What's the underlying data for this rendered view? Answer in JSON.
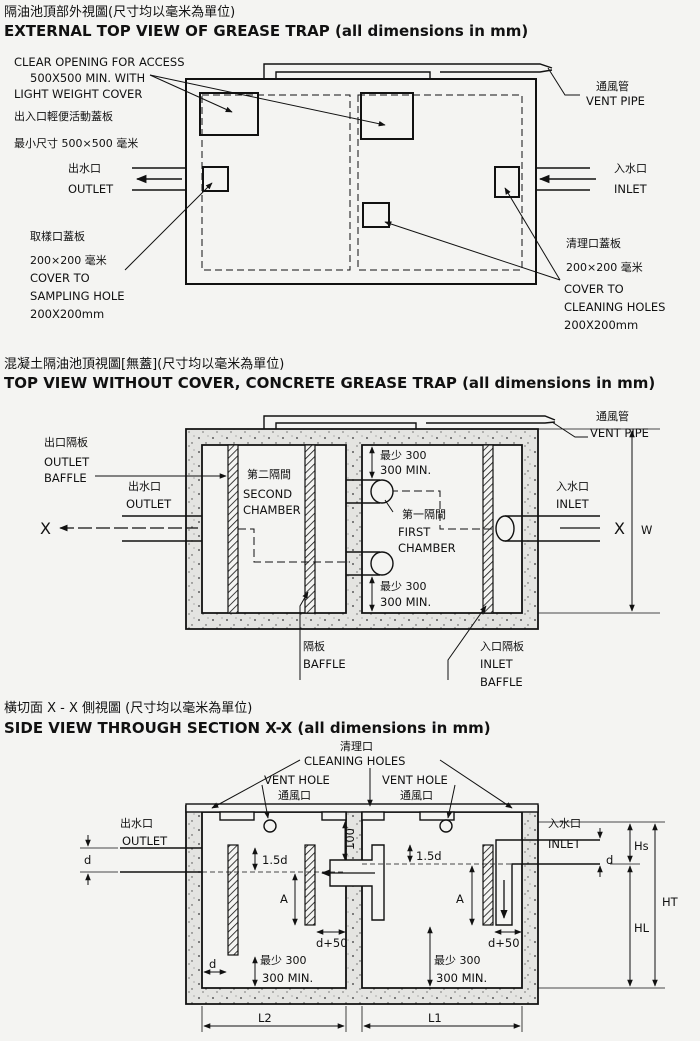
{
  "colors": {
    "ink": "#111111",
    "paper": "#f4f4f2",
    "concrete": "#d9d9d6"
  },
  "section1": {
    "title_zh": "隔油池頂部外視圖(尺寸均以毫米為單位)",
    "title_en": "EXTERNAL TOP VIEW OF GREASE TRAP (all dimensions in mm)",
    "access_line1": "CLEAR OPENING FOR ACCESS",
    "access_line2": "500X500 MIN. WITH",
    "access_line3": "LIGHT WEIGHT COVER",
    "access_zh1": "出入口輕便活動蓋板",
    "access_zh2": "最小尺寸 500×500 毫米",
    "vent_zh": "通風管",
    "vent_en": "VENT PIPE",
    "outlet_zh": "出水口",
    "outlet_en": "OUTLET",
    "inlet_zh": "入水口",
    "inlet_en": "INLET",
    "sampling_zh1": "取樣口蓋板",
    "sampling_zh2": "200×200 毫米",
    "sampling_en1": "COVER TO",
    "sampling_en2": "SAMPLING HOLE",
    "sampling_en3": "200X200mm",
    "cleaning_zh1": "清理口蓋板",
    "cleaning_zh2": "200×200 毫米",
    "cleaning_en1": "COVER TO",
    "cleaning_en2": "CLEANING HOLES",
    "cleaning_en3": "200X200mm"
  },
  "section2": {
    "title_zh": "混凝土隔油池頂視圖[無蓋](尺寸均以毫米為單位)",
    "title_en": "TOP VIEW WITHOUT COVER, CONCRETE GREASE TRAP (all dimensions in mm)",
    "vent_zh": "通風管",
    "vent_en": "VENT PIPE",
    "outlet_baffle_zh": "出口隔板",
    "outlet_baffle_en1": "OUTLET",
    "outlet_baffle_en2": "BAFFLE",
    "outlet_zh": "出水口",
    "outlet_en": "OUTLET",
    "second_zh": "第二隔間",
    "second_en1": "SECOND",
    "second_en2": "CHAMBER",
    "first_zh": "第一隔間",
    "first_en1": "FIRST",
    "first_en2": "CHAMBER",
    "min_zh_top": "最少 300",
    "min_en_top": "300 MIN.",
    "min_zh_bot": "最少 300",
    "min_en_bot": "300 MIN.",
    "inlet_zh": "入水口",
    "inlet_en": "INLET",
    "x_left": "X",
    "x_right": "X",
    "w_label": "W",
    "baffle_zh": "隔板",
    "baffle_en": "BAFFLE",
    "inlet_baffle_zh": "入口隔板",
    "inlet_baffle_en1": "INLET",
    "inlet_baffle_en2": "BAFFLE"
  },
  "section3": {
    "title_zh": "橫切面 X - X 側視圖 (尺寸均以毫米為單位)",
    "title_en": "SIDE VIEW THROUGH SECTION X-X (all dimensions in mm)",
    "cleaning_zh": "清理口",
    "cleaning_en": "CLEANING HOLES",
    "vent_hole_en_l": "VENT HOLE",
    "vent_hole_zh_l": "通風口",
    "vent_hole_en_r": "VENT HOLE",
    "vent_hole_zh_r": "通風口",
    "outlet_zh": "出水口",
    "outlet_en": "OUTLET",
    "inlet_zh": "入水口",
    "inlet_en": "INLET",
    "d_left": "d",
    "d_inner": "d",
    "d_right": "d",
    "d50_left": "d+50",
    "d50_right": "d+50",
    "h15_left": "1.5d",
    "h15_right": "1.5d",
    "dim100": "100",
    "a_left": "A",
    "a_right": "A",
    "min_zh_l": "最少 300",
    "min_en_l": "300 MIN.",
    "min_zh_r": "最少 300",
    "min_en_r": "300 MIN.",
    "hs": "Hs",
    "hl": "HL",
    "ht": "HT",
    "l2": "L2",
    "l1": "L1"
  }
}
